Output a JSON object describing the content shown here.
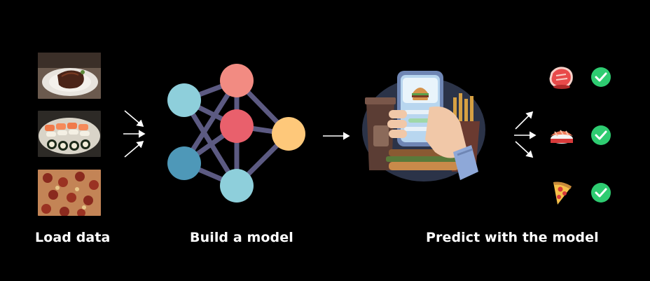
{
  "captions": {
    "load": "Load data",
    "build": "Build a model",
    "predict": "Predict with the model"
  },
  "input_images": [
    {
      "name": "steak-photo"
    },
    {
      "name": "sushi-photo"
    },
    {
      "name": "pizza-photo"
    }
  ],
  "predictions": [
    {
      "food": "steak-emoji",
      "result": "check-icon"
    },
    {
      "food": "sushi-emoji",
      "result": "check-icon"
    },
    {
      "food": "pizza-emoji",
      "result": "check-icon"
    }
  ],
  "colors": {
    "background": "#000000",
    "text": "#ffffff",
    "edge": "#5c5a82",
    "node_top": "#f28b82",
    "node_left_top": "#8ecfdb",
    "node_center": "#e9606c",
    "node_left_bottom": "#4e98b8",
    "node_bottom": "#8ecfdb",
    "node_output": "#fec87a",
    "check": "#2ecc71"
  }
}
